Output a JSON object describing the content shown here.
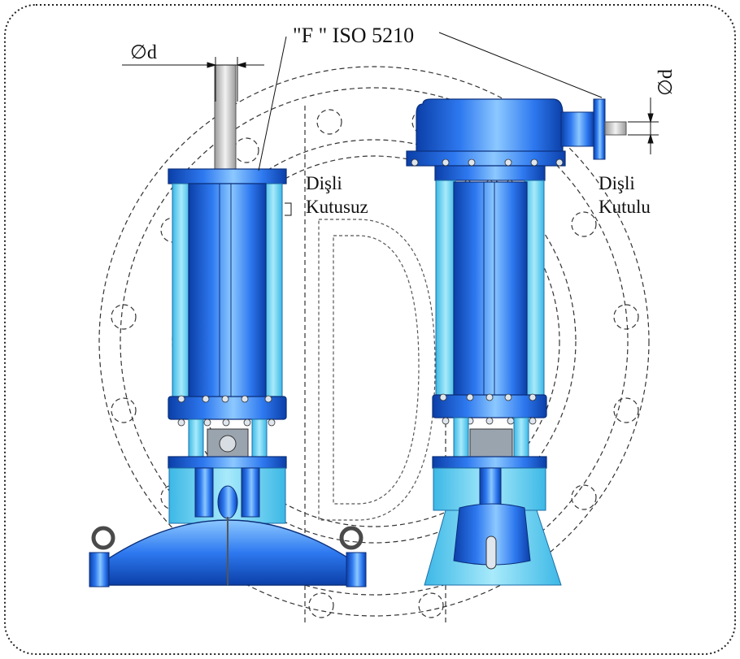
{
  "labels": {
    "standard": "\"F \" ISO 5210",
    "left_dimension": "∅d",
    "right_dimension": "∅d",
    "left_caption_line1": "Dişli",
    "left_caption_line2": "Kutusuz",
    "right_caption_line1": "Dişli",
    "right_caption_line2": "Kutulu"
  },
  "colors": {
    "frame": "#222222",
    "actuator_blue": "#2E79F0",
    "actuator_dark": "#0B3FA8",
    "frame_cyan": "#6FD3F2",
    "dashed_outline": "#333333"
  },
  "icons": {
    "left_unit": "actuator-without-gearbox",
    "right_unit": "actuator-with-gearbox",
    "background": "dashed-flange-outline",
    "watermark": "letter-d-watermark"
  }
}
